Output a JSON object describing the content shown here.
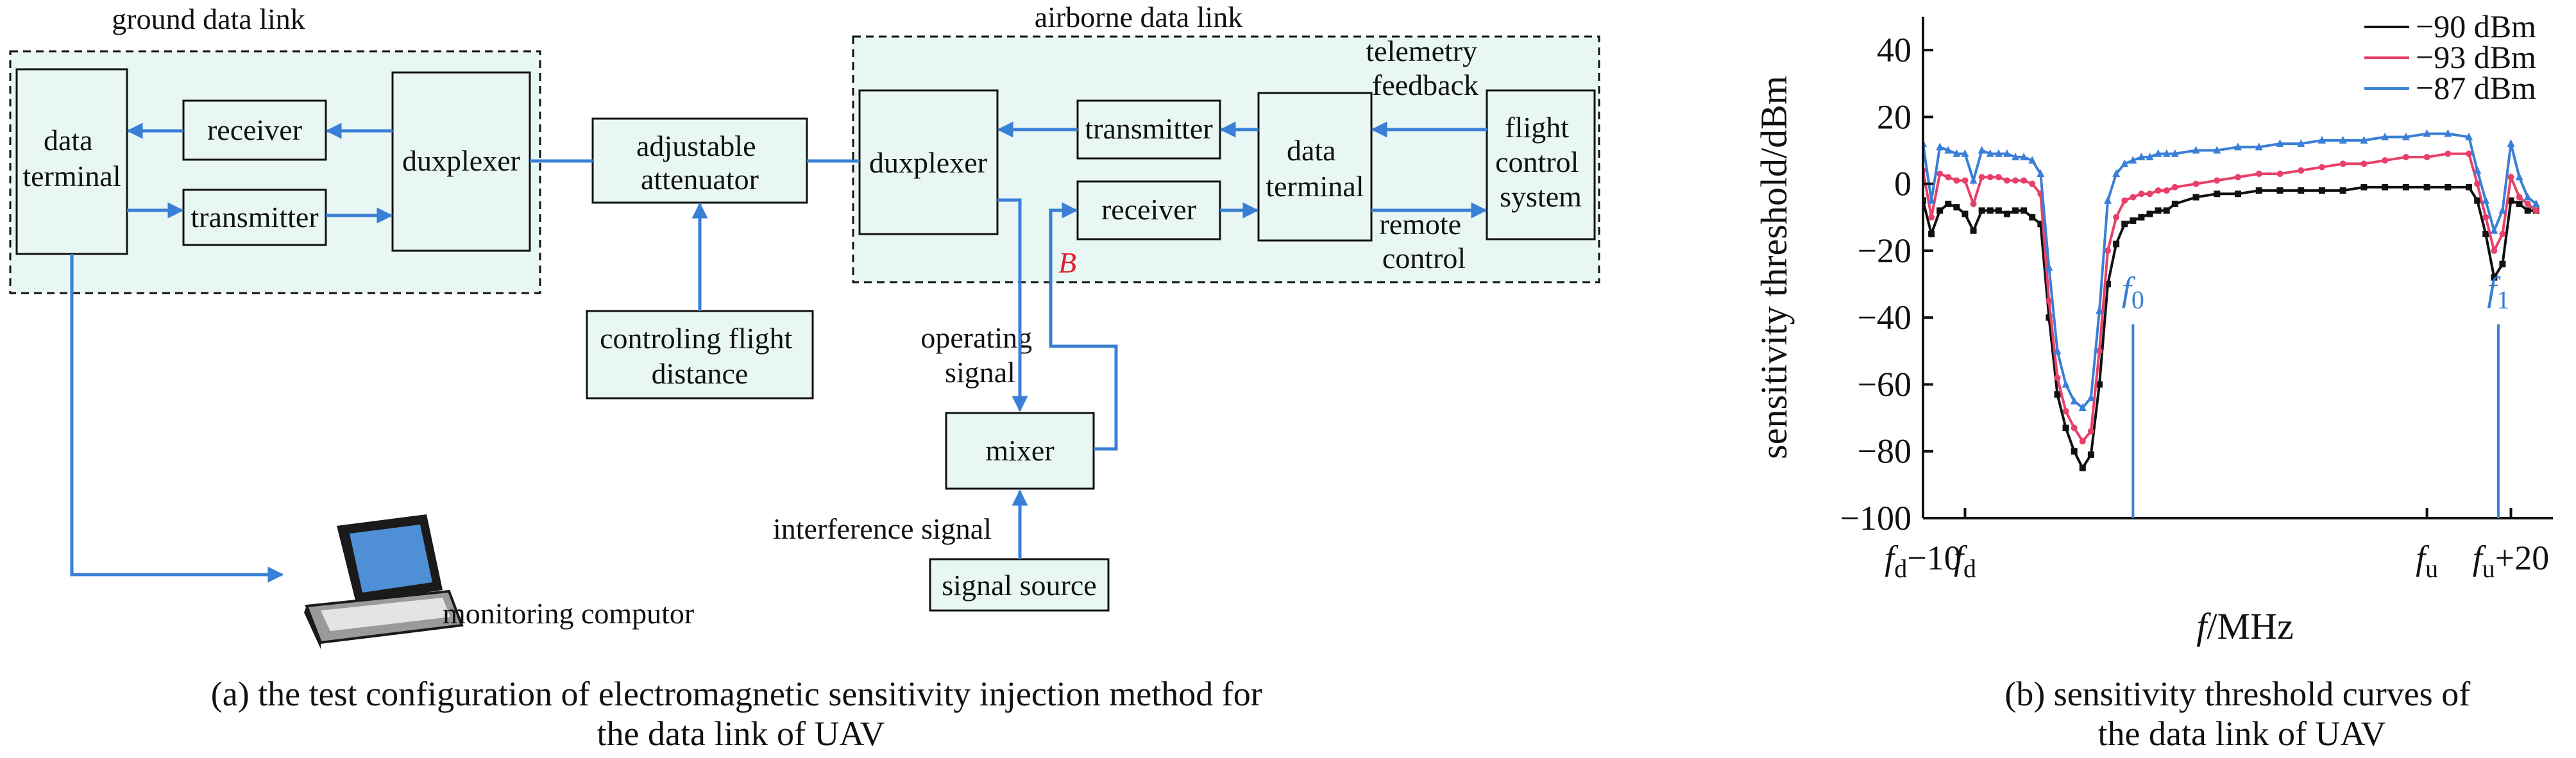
{
  "panel_a": {
    "ground_group": "ground data link",
    "airborne_group": "airborne data link",
    "gdl_data_terminal": [
      "data",
      "terminal"
    ],
    "gdl_receiver": "receiver",
    "gdl_transmitter": "transmitter",
    "gdl_duxplexer": "duxplexer",
    "attenuator": [
      "adjustable",
      "attenuator"
    ],
    "controling": [
      "controling flight",
      "distance"
    ],
    "adl_duxplexer": "duxplexer",
    "adl_transmitter": "transmitter",
    "adl_receiver": "receiver",
    "adl_data_terminal": [
      "data",
      "terminal"
    ],
    "flight_control": [
      "flight",
      "control",
      "system"
    ],
    "telemetry": [
      "telemetry",
      "feedback"
    ],
    "remote": [
      "remote",
      "control"
    ],
    "point_b": "B",
    "operating": [
      "operating",
      "signal"
    ],
    "mixer": "mixer",
    "interference": "interference signal",
    "signal_source": "signal source",
    "monitoring": "monitoring computor",
    "caption": [
      "(a) the test configuration of electromagnetic sensitivity injection method for",
      "the data link of UAV"
    ]
  },
  "chart_data": {
    "type": "line",
    "ylabel": "sensitivity threshold/dBm",
    "xlabel_italic": "f",
    "xlabel_unit": "/MHz",
    "yticks": [
      40,
      20,
      0,
      -20,
      -40,
      -60,
      -80,
      -100
    ],
    "ytick_labels": [
      "40",
      "20",
      "0",
      "−20",
      "−40",
      "−60",
      "−80",
      "−100"
    ],
    "ylim": [
      -100,
      50
    ],
    "xticks": [
      {
        "pos": 0,
        "base": "f",
        "sub": "d",
        "suffix": "−10"
      },
      {
        "pos": 10,
        "base": "f",
        "sub": "d",
        "suffix": ""
      },
      {
        "pos": 120,
        "base": "f",
        "sub": "u",
        "suffix": ""
      },
      {
        "pos": 140,
        "base": "f",
        "sub": "u",
        "suffix": "+20"
      }
    ],
    "xlim": [
      0,
      150
    ],
    "annotations": [
      {
        "base": "f",
        "sub": "0",
        "x": 50
      },
      {
        "base": "f",
        "sub": "1",
        "x": 137
      }
    ],
    "series": [
      {
        "name": "−90 dBm",
        "color": "#111111",
        "marker": "square",
        "x": [
          0,
          2,
          4,
          6,
          8,
          10,
          12,
          14,
          16,
          18,
          20,
          22,
          24,
          26,
          28,
          30,
          32,
          34,
          36,
          38,
          40,
          42,
          44,
          46,
          48,
          50,
          52,
          54,
          56,
          58,
          60,
          65,
          70,
          75,
          80,
          85,
          90,
          95,
          100,
          105,
          110,
          115,
          120,
          125,
          130,
          132,
          134,
          136,
          138,
          140,
          142,
          144,
          146
        ],
        "y": [
          -5,
          -15,
          -8,
          -6,
          -7,
          -9,
          -14,
          -8,
          -8,
          -8,
          -9,
          -8,
          -8,
          -10,
          -12,
          -40,
          -63,
          -73,
          -80,
          -85,
          -81,
          -60,
          -30,
          -18,
          -12,
          -11,
          -10,
          -9,
          -8,
          -8,
          -6,
          -4,
          -3,
          -3,
          -2,
          -2,
          -2,
          -2,
          -2,
          -1,
          -1,
          -1,
          -1,
          -1,
          -1,
          -5,
          -15,
          -28,
          -24,
          -5,
          -6,
          -8,
          -8
        ]
      },
      {
        "name": "−93 dBm",
        "color": "#e8406a",
        "marker": "circle",
        "x": [
          0,
          2,
          4,
          6,
          8,
          10,
          12,
          14,
          16,
          18,
          20,
          22,
          24,
          26,
          28,
          30,
          32,
          34,
          36,
          38,
          40,
          42,
          44,
          46,
          48,
          50,
          52,
          54,
          56,
          58,
          60,
          65,
          70,
          75,
          80,
          85,
          90,
          95,
          100,
          105,
          110,
          115,
          120,
          125,
          130,
          132,
          134,
          136,
          138,
          140,
          142,
          144,
          146
        ],
        "y": [
          4,
          -10,
          3,
          2,
          1,
          1,
          -6,
          2,
          2,
          2,
          1,
          1,
          1,
          0,
          -3,
          -35,
          -58,
          -68,
          -73,
          -77,
          -74,
          -50,
          -20,
          -10,
          -5,
          -4,
          -3,
          -3,
          -2,
          -2,
          -1,
          0,
          1,
          2,
          3,
          3,
          4,
          5,
          6,
          6,
          7,
          8,
          8,
          9,
          9,
          0,
          -10,
          -20,
          -15,
          2,
          -4,
          -6,
          -8
        ]
      },
      {
        "name": "−87 dBm",
        "color": "#3a7fd6",
        "marker": "triangle",
        "x": [
          0,
          2,
          4,
          6,
          8,
          10,
          12,
          14,
          16,
          18,
          20,
          22,
          24,
          26,
          28,
          30,
          32,
          34,
          36,
          38,
          40,
          42,
          44,
          46,
          48,
          50,
          52,
          54,
          56,
          58,
          60,
          65,
          70,
          75,
          80,
          85,
          90,
          95,
          100,
          105,
          110,
          115,
          120,
          125,
          130,
          132,
          134,
          136,
          138,
          140,
          142,
          144,
          146
        ],
        "y": [
          12,
          -5,
          11,
          10,
          9,
          9,
          1,
          10,
          9,
          9,
          9,
          8,
          8,
          7,
          3,
          -25,
          -50,
          -60,
          -65,
          -67,
          -64,
          -38,
          -5,
          3,
          6,
          7,
          8,
          8,
          9,
          9,
          9,
          10,
          10,
          11,
          11,
          12,
          12,
          13,
          13,
          13,
          14,
          14,
          15,
          15,
          14,
          4,
          -5,
          -14,
          -8,
          12,
          2,
          -4,
          -6
        ]
      }
    ]
  }
}
